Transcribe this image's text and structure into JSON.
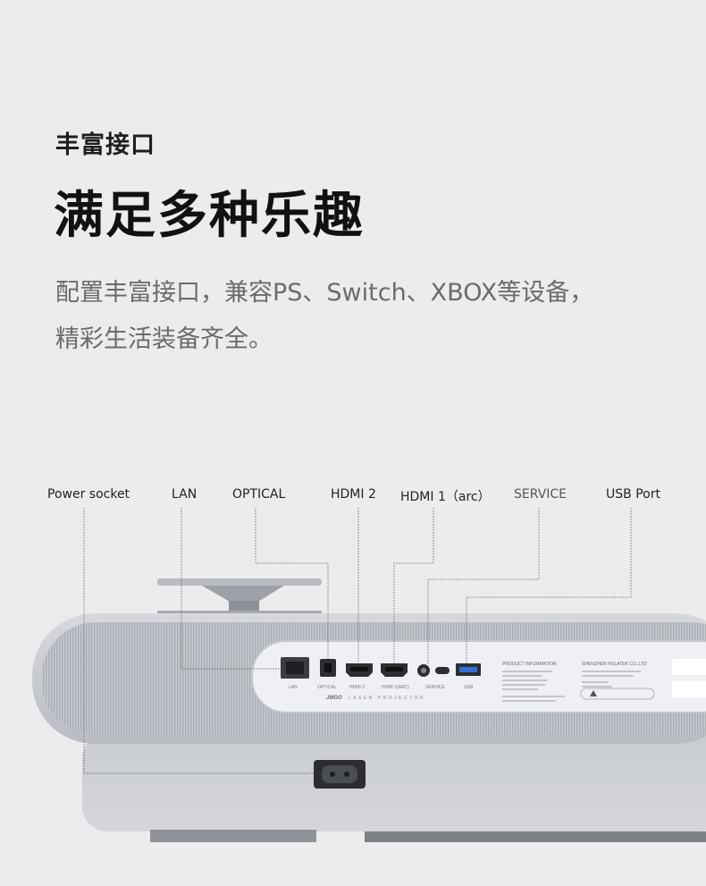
{
  "heading": {
    "subtitle": "丰富接口",
    "title": "满足多种乐趣",
    "description": [
      "配置丰富接口，兼容PS、Switch、XBOX等设备，",
      "精彩生活装备齐全。"
    ]
  },
  "port_labels": {
    "power": "Power socket",
    "lan": "LAN",
    "optical": "OPTICAL",
    "hdmi2": "HDMI 2",
    "hdmi1": "HDMI 1（arc）",
    "service": "SERVICE",
    "usb": "USB Port"
  },
  "device": {
    "brand": "JMGO",
    "model_text": "LASER PROJECTOR",
    "panel_labels": {
      "lan": "LAN",
      "optical": "OPTICAL",
      "hdmi2": "HDMI 2",
      "hdmi1": "HDMI 1(ARC)",
      "service": "SERVICE",
      "usb": "USB"
    },
    "info_title": "PRODUCT INFORMATION",
    "company": "SHENZHEN HOLATEK CO.,LTD"
  },
  "colors": {
    "background": "#ececef",
    "device_body": "#bfc2c8",
    "panel": "#eef0f3",
    "accent_usb": "#2f6fd6"
  }
}
